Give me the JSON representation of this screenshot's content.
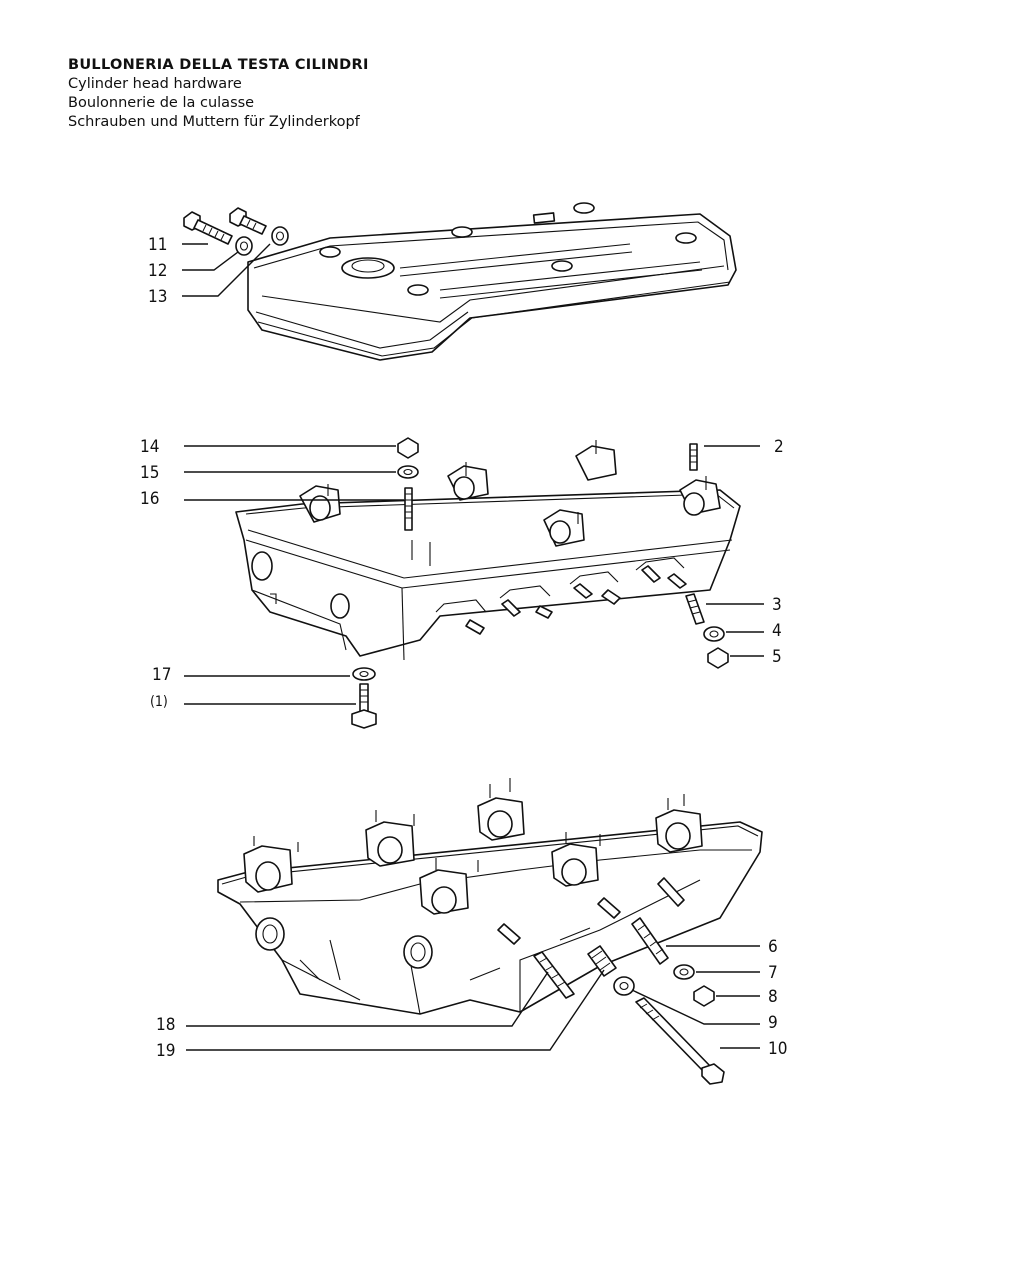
{
  "header": {
    "title_it": "BULLONERIA DELLA TESTA CILINDRI",
    "title_en": "Cylinder head hardware",
    "title_fr": "Boulonnerie de la culasse",
    "title_de": "Schrauben und Muttern für Zylinderkopf"
  },
  "callouts": {
    "c1": "(1)",
    "c2": "2",
    "c3": "3",
    "c4": "4",
    "c5": "5",
    "c6": "6",
    "c7": "7",
    "c8": "8",
    "c9": "9",
    "c10": "10",
    "c11": "11",
    "c12": "12",
    "c13": "13",
    "c14": "14",
    "c15": "15",
    "c16": "16",
    "c17": "17",
    "c18": "18",
    "c19": "19"
  }
}
